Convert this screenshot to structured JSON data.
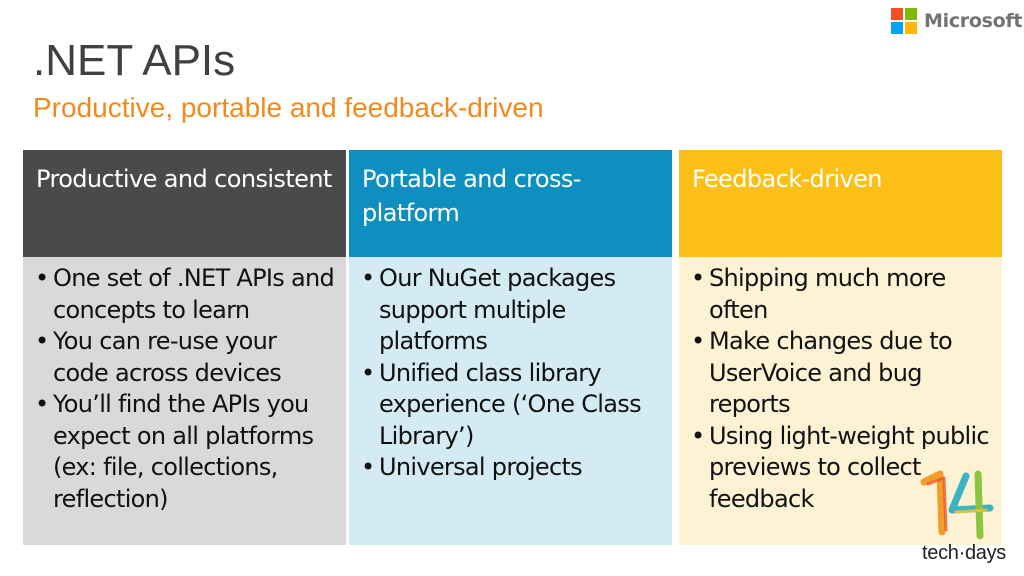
{
  "brand": {
    "name": "Microsoft",
    "logo_colors": [
      "#f25022",
      "#7fba00",
      "#00a4ef",
      "#ffb900"
    ]
  },
  "slide": {
    "title": ".NET APIs",
    "subtitle": "Productive, portable and feedback-driven"
  },
  "columns": [
    {
      "heading": "Productive and consistent",
      "header_color": "#4a4a4a",
      "body_color": "#d9d9d9",
      "heading_text_color": "#ffffff",
      "bullets": [
        "One set of .NET APIs and concepts to learn",
        "You can re-use your code across devices",
        "You’ll find the APIs you expect on all platforms (ex: file, collections, reflection)"
      ]
    },
    {
      "heading": "Portable and cross-platform",
      "header_color": "#0e8fbf",
      "body_color": "#d4ebf4",
      "heading_text_color": "#ffffff",
      "bullets": [
        "Our NuGet packages support multiple platforms",
        "Unified class library experience (‘One Class Library’)",
        "Universal projects"
      ]
    },
    {
      "heading": "Feedback-driven",
      "header_color": "#fbbf16",
      "body_color": "#fdf2d3",
      "heading_text_color": "#ffffff",
      "bullets": [
        "Shipping much more often",
        "Make changes due to UserVoice and bug reports",
        "Using light-weight public previews to collect feedback"
      ]
    }
  ],
  "event_logo": {
    "number": "14",
    "text": "tech·days"
  }
}
